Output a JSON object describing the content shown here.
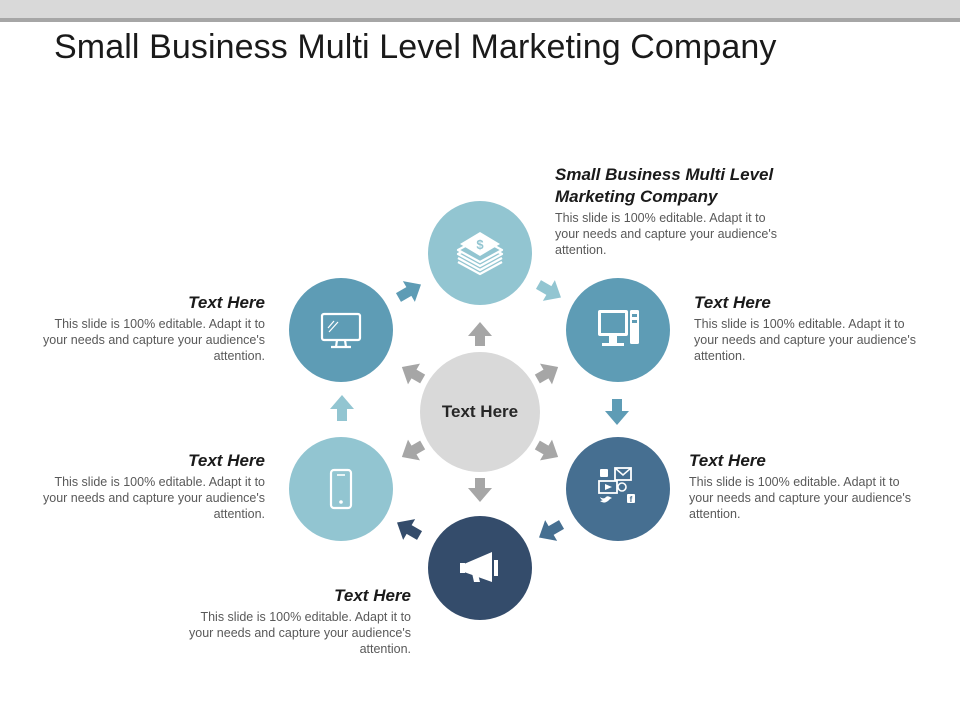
{
  "slide": {
    "title": "Small Business Multi Level Marketing Company"
  },
  "center": {
    "label": "Text Here",
    "color": "#d9d9d9"
  },
  "nodes": [
    {
      "id": "top",
      "icon": "money-icon",
      "color": "#92c5d1"
    },
    {
      "id": "upper-right",
      "icon": "computer-tower-icon",
      "color": "#5e9cb5"
    },
    {
      "id": "lower-right",
      "icon": "social-media-icon",
      "color": "#466f91"
    },
    {
      "id": "bottom",
      "icon": "megaphone-icon",
      "color": "#344c6b"
    },
    {
      "id": "lower-left",
      "icon": "smartphone-icon",
      "color": "#92c5d1"
    },
    {
      "id": "upper-left",
      "icon": "monitor-icon",
      "color": "#5e9cb5"
    }
  ],
  "text_blocks": {
    "top": {
      "heading": "Small Business Multi Level Marketing Company",
      "body": "This slide is 100% editable. Adapt it to your needs and capture your audience's attention."
    },
    "upper_right": {
      "heading": "Text Here",
      "body": "This slide is 100% editable. Adapt it to your needs and capture your audience's attention."
    },
    "lower_right": {
      "heading": "Text Here",
      "body": "This slide is 100% editable. Adapt it to your needs and capture your audience's attention."
    },
    "bottom": {
      "heading": "Text Here",
      "body": "This slide is 100% editable. Adapt it to your needs and capture your audience's attention."
    },
    "lower_left": {
      "heading": "Text Here",
      "body": "This slide is 100% editable. Adapt it to your needs and capture your audience's attention."
    },
    "upper_left": {
      "heading": "Text Here",
      "body": "This slide is 100% editable. Adapt it to your needs and capture your audience's attention."
    }
  },
  "colors": {
    "center_arrow": "#a6a6a6",
    "cycle_arrow_light": "#92c5d1",
    "cycle_arrow_mid": "#5e9cb5",
    "cycle_arrow_dark": "#466f91"
  }
}
